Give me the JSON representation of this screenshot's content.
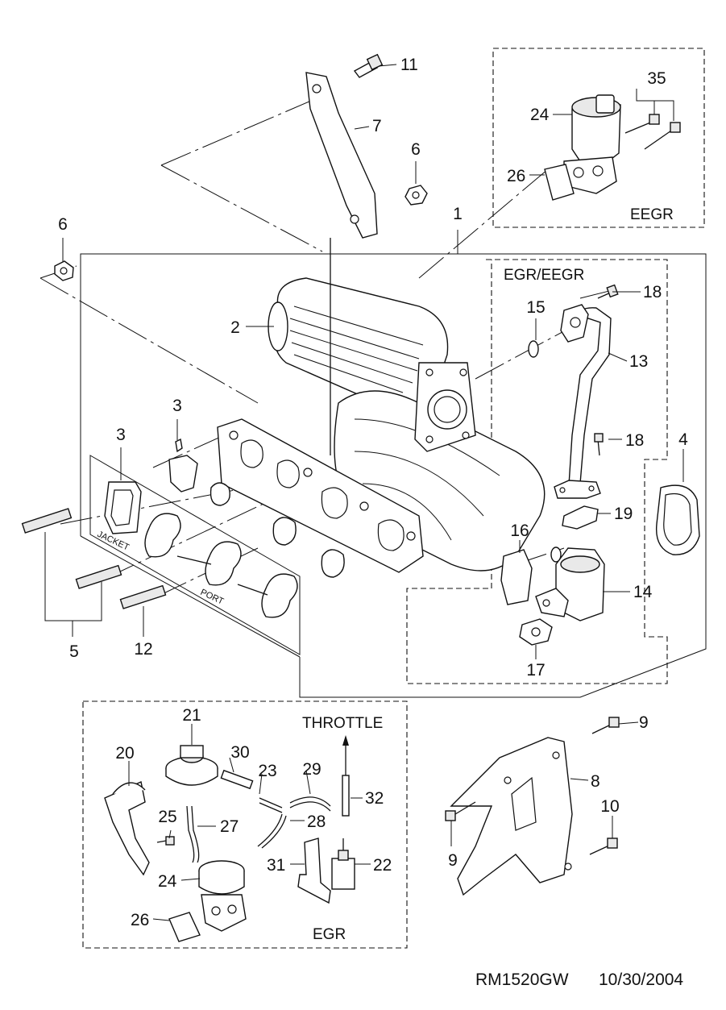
{
  "diagram": {
    "callouts": {
      "n1": "1",
      "n2": "2",
      "n3a": "3",
      "n3b": "3",
      "n4": "4",
      "n5": "5",
      "n6a": "6",
      "n6b": "6",
      "n7": "7",
      "n8": "8",
      "n9a": "9",
      "n9b": "9",
      "n10": "10",
      "n11": "11",
      "n12": "12",
      "n13": "13",
      "n14": "14",
      "n15": "15",
      "n16": "16",
      "n17": "17",
      "n18a": "18",
      "n18b": "18",
      "n19": "19",
      "n20": "20",
      "n21": "21",
      "n22": "22",
      "n23": "23",
      "n24a": "24",
      "n24b": "24",
      "n25": "25",
      "n26a": "26",
      "n26b": "26",
      "n27": "27",
      "n28": "28",
      "n29": "29",
      "n30": "30",
      "n31": "31",
      "n32": "32",
      "n35": "35"
    },
    "boxes": {
      "eegr": "EEGR",
      "egr_eegr": "EGR/EEGR",
      "throttle": "THROTTLE",
      "egr": "EGR"
    },
    "gasket_text": {
      "jacket": "JACKET",
      "port": "PORT"
    },
    "footer": {
      "code": "RM1520GW",
      "date": "10/30/2004"
    }
  }
}
